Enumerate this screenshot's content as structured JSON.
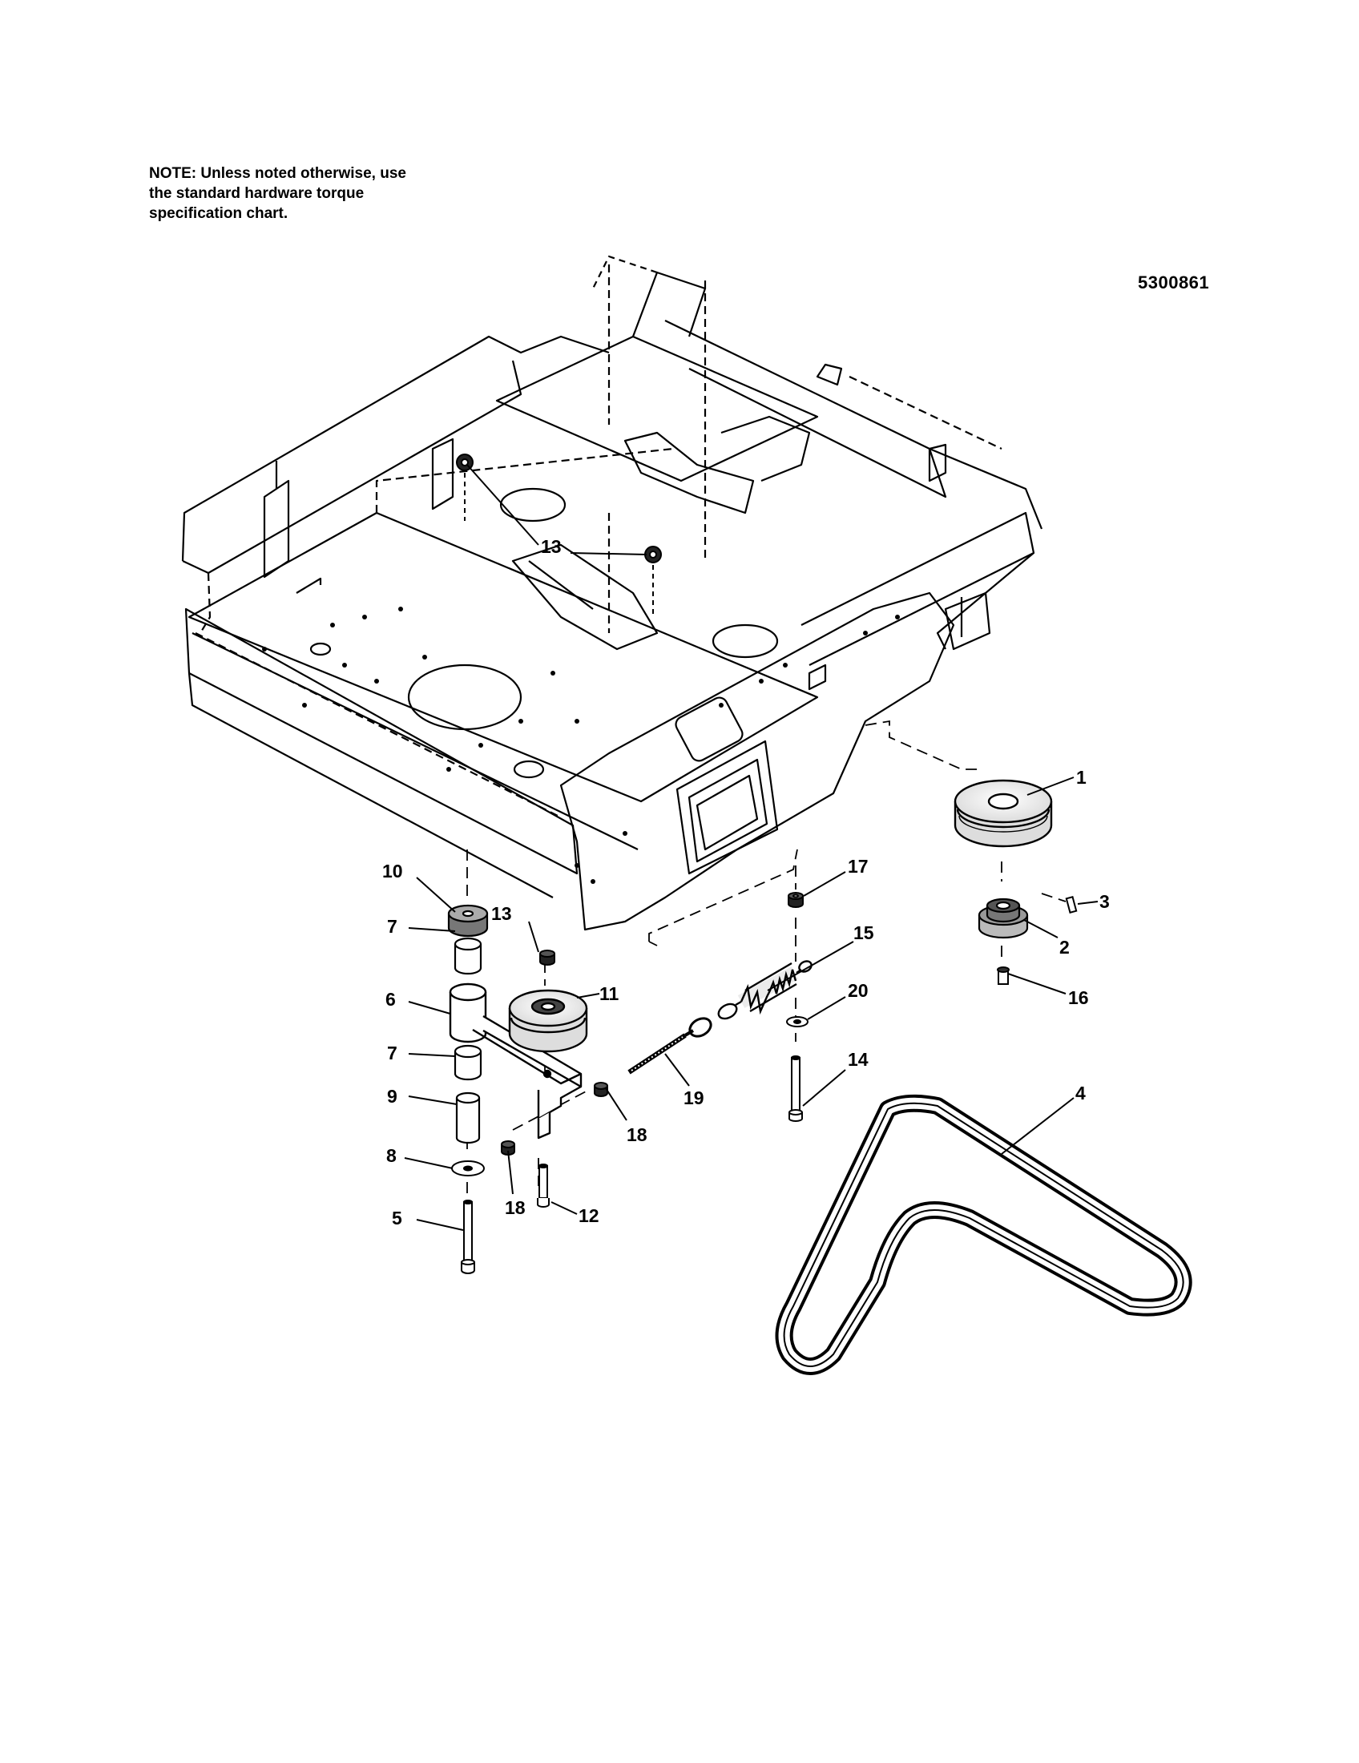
{
  "note": {
    "line1": "NOTE: Unless noted otherwise, use",
    "line2": "the standard hardware torque",
    "line3": "specification chart."
  },
  "drawing_id": "5300861",
  "callouts": {
    "c1": "1",
    "c2": "2",
    "c3": "3",
    "c4": "4",
    "c5": "5",
    "c6": "6",
    "c7a": "7",
    "c7b": "7",
    "c8": "8",
    "c9": "9",
    "c10": "10",
    "c11": "11",
    "c12": "12",
    "c13a": "13",
    "c13b": "13",
    "c14": "14",
    "c15": "15",
    "c16": "16",
    "c17": "17",
    "c18a": "18",
    "c18b": "18",
    "c19": "19",
    "c20": "20"
  }
}
